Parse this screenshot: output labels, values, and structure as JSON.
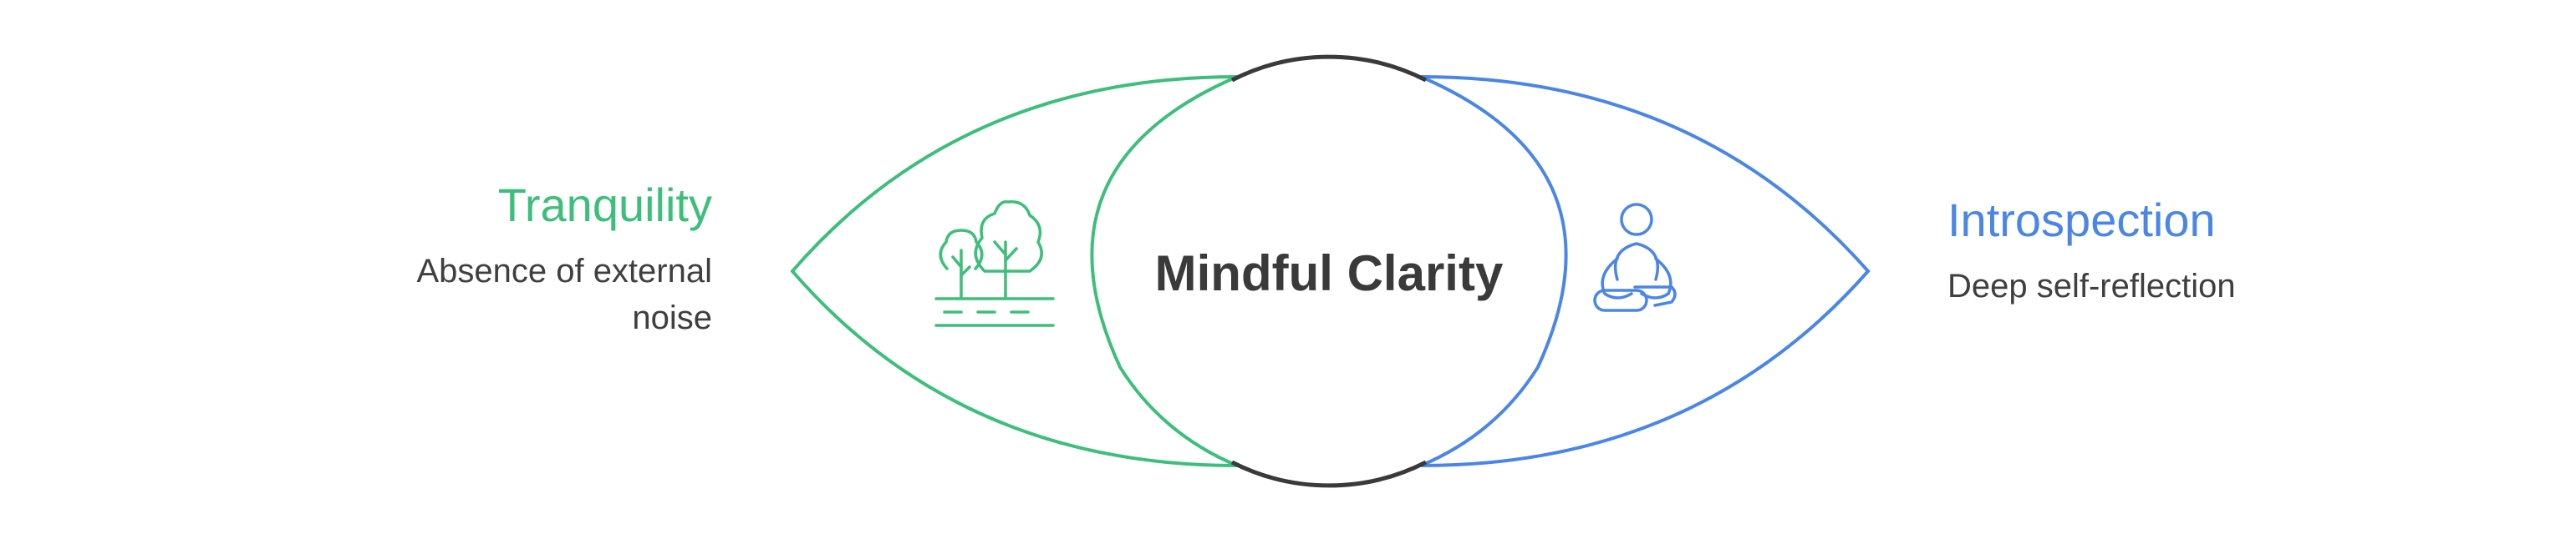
{
  "center": {
    "title": "Mindful Clarity"
  },
  "left": {
    "heading": "Tranquility",
    "description_line1": "Absence of external",
    "description_line2": "noise",
    "icon": "trees-icon",
    "color": "#3cbf7a"
  },
  "right": {
    "heading": "Introspection",
    "description": "Deep self-reflection",
    "icon": "meditation-person-icon",
    "color": "#4a86e8"
  },
  "colors": {
    "center_outline": "#3a3a3a",
    "text": "#3f3f3f"
  }
}
